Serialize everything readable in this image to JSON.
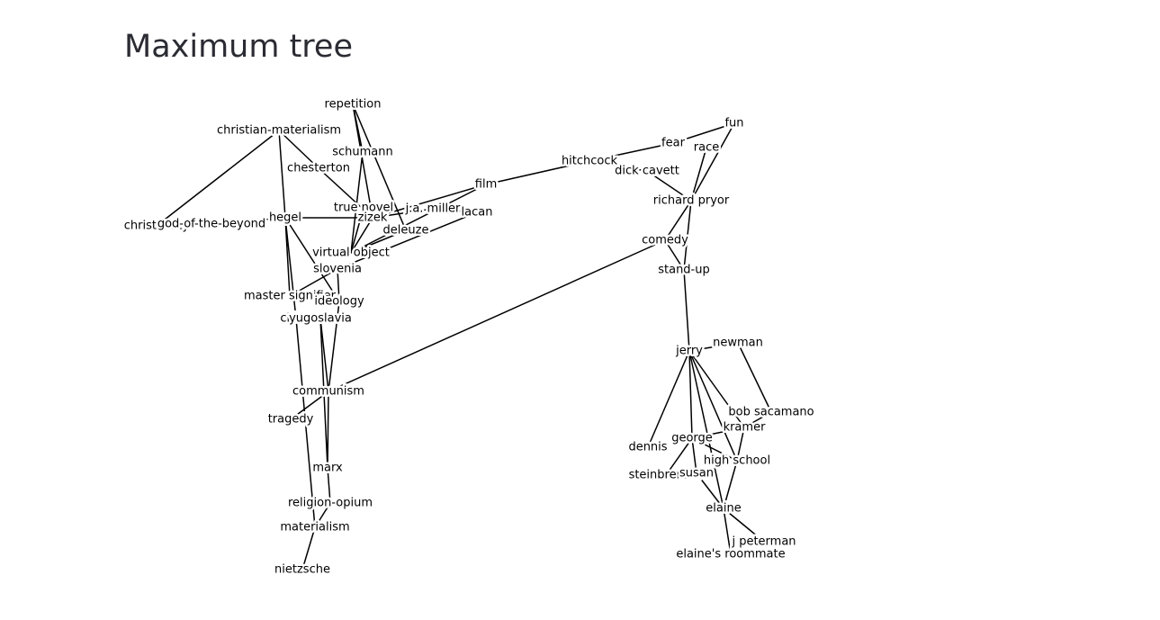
{
  "title": "Maximum tree",
  "graph": {
    "nodes": [
      {
        "id": "repetition",
        "label": "repetition"
      },
      {
        "id": "christian-materialism",
        "label": "christian-materialism"
      },
      {
        "id": "schumann",
        "label": "schumann"
      },
      {
        "id": "chesterton",
        "label": "chesterton"
      },
      {
        "id": "film",
        "label": "film"
      },
      {
        "id": "hitchcock",
        "label": "hitchcock"
      },
      {
        "id": "fear",
        "label": "fear"
      },
      {
        "id": "fun",
        "label": "fun"
      },
      {
        "id": "race",
        "label": "race"
      },
      {
        "id": "dick-cavett",
        "label": "dick cavett"
      },
      {
        "id": "richard-pryor",
        "label": "richard pryor"
      },
      {
        "id": "christianity",
        "label": "christianity"
      },
      {
        "id": "god-of-the-beyond",
        "label": "god-of-the-beyond"
      },
      {
        "id": "hegel",
        "label": "hegel"
      },
      {
        "id": "true-novel",
        "label": "true novel"
      },
      {
        "id": "zizek",
        "label": "zizek"
      },
      {
        "id": "ja-miller",
        "label": "j.a. miller"
      },
      {
        "id": "lacan",
        "label": "lacan"
      },
      {
        "id": "deleuze",
        "label": "deleuze"
      },
      {
        "id": "comedy",
        "label": "comedy"
      },
      {
        "id": "virtual-object",
        "label": "virtual object"
      },
      {
        "id": "slovenia",
        "label": "slovenia"
      },
      {
        "id": "stand-up",
        "label": "stand-up"
      },
      {
        "id": "master-signifier",
        "label": "master signifier"
      },
      {
        "id": "ideology",
        "label": "ideology"
      },
      {
        "id": "china",
        "label": "china"
      },
      {
        "id": "yugoslavia",
        "label": "yugoslavia"
      },
      {
        "id": "jerry",
        "label": "jerry"
      },
      {
        "id": "newman",
        "label": "newman"
      },
      {
        "id": "communism",
        "label": "communism"
      },
      {
        "id": "bob-sacamano",
        "label": "bob sacamano"
      },
      {
        "id": "tragedy",
        "label": "tragedy"
      },
      {
        "id": "kramer",
        "label": "kramer"
      },
      {
        "id": "george",
        "label": "george"
      },
      {
        "id": "dennis",
        "label": "dennis"
      },
      {
        "id": "high-school",
        "label": "high school"
      },
      {
        "id": "marx",
        "label": "marx"
      },
      {
        "id": "steinbrenner",
        "label": "steinbrenner"
      },
      {
        "id": "susan",
        "label": "susan"
      },
      {
        "id": "religion-opium",
        "label": "religion-opium"
      },
      {
        "id": "elaine",
        "label": "elaine"
      },
      {
        "id": "materialism",
        "label": "materialism"
      },
      {
        "id": "j-peterman",
        "label": "j peterman"
      },
      {
        "id": "elaines-roommate",
        "label": "elaine's roommate"
      },
      {
        "id": "nietzsche",
        "label": "nietzsche"
      }
    ],
    "edges": [
      [
        "repetition",
        "schumann"
      ],
      [
        "repetition",
        "zizek"
      ],
      [
        "repetition",
        "deleuze"
      ],
      [
        "schumann",
        "virtual-object"
      ],
      [
        "christian-materialism",
        "christianity"
      ],
      [
        "christian-materialism",
        "hegel"
      ],
      [
        "christian-materialism",
        "chesterton"
      ],
      [
        "chesterton",
        "zizek"
      ],
      [
        "christianity",
        "god-of-the-beyond"
      ],
      [
        "god-of-the-beyond",
        "hegel"
      ],
      [
        "hegel",
        "zizek"
      ],
      [
        "hegel",
        "master-signifier"
      ],
      [
        "hegel",
        "ideology"
      ],
      [
        "hegel",
        "china"
      ],
      [
        "true-novel",
        "virtual-object"
      ],
      [
        "zizek",
        "virtual-object"
      ],
      [
        "zizek",
        "ja-miller"
      ],
      [
        "ja-miller",
        "lacan"
      ],
      [
        "zizek",
        "film"
      ],
      [
        "deleuze",
        "virtual-object"
      ],
      [
        "film",
        "virtual-object"
      ],
      [
        "film",
        "hitchcock"
      ],
      [
        "hitchcock",
        "fear"
      ],
      [
        "hitchcock",
        "dick-cavett"
      ],
      [
        "fear",
        "fun"
      ],
      [
        "fun",
        "richard-pryor"
      ],
      [
        "race",
        "richard-pryor"
      ],
      [
        "dick-cavett",
        "richard-pryor"
      ],
      [
        "richard-pryor",
        "comedy"
      ],
      [
        "richard-pryor",
        "stand-up"
      ],
      [
        "comedy",
        "stand-up"
      ],
      [
        "lacan",
        "slovenia"
      ],
      [
        "slovenia",
        "master-signifier"
      ],
      [
        "slovenia",
        "ideology"
      ],
      [
        "comedy",
        "communism"
      ],
      [
        "stand-up",
        "jerry"
      ],
      [
        "master-signifier",
        "ideology"
      ],
      [
        "ideology",
        "communism"
      ],
      [
        "yugoslavia",
        "communism"
      ],
      [
        "yugoslavia",
        "marx"
      ],
      [
        "china",
        "materialism"
      ],
      [
        "communism",
        "tragedy"
      ],
      [
        "communism",
        "marx"
      ],
      [
        "marx",
        "religion-opium"
      ],
      [
        "religion-opium",
        "materialism"
      ],
      [
        "materialism",
        "nietzsche"
      ],
      [
        "jerry",
        "newman"
      ],
      [
        "newman",
        "bob-sacamano"
      ],
      [
        "bob-sacamano",
        "kramer"
      ],
      [
        "jerry",
        "kramer"
      ],
      [
        "jerry",
        "george"
      ],
      [
        "jerry",
        "dennis"
      ],
      [
        "jerry",
        "high-school"
      ],
      [
        "jerry",
        "elaine"
      ],
      [
        "george",
        "kramer"
      ],
      [
        "george",
        "steinbrenner"
      ],
      [
        "george",
        "susan"
      ],
      [
        "george",
        "high-school"
      ],
      [
        "kramer",
        "high-school"
      ],
      [
        "high-school",
        "elaine"
      ],
      [
        "susan",
        "elaine"
      ],
      [
        "elaine",
        "j-peterman"
      ],
      [
        "elaine",
        "elaines-roommate"
      ]
    ]
  }
}
